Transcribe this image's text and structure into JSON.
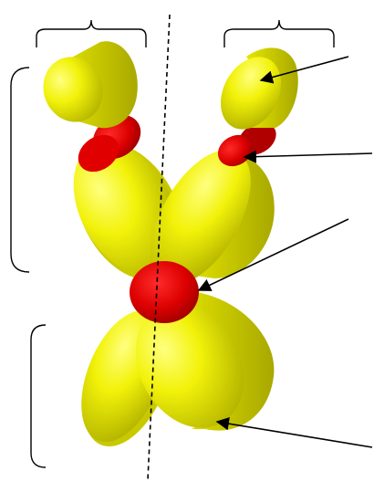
{
  "diagram": {
    "colors": {
      "yellow_face": "#f2f20a",
      "yellow_side": "#c9c900",
      "yellow_shadow": "#a3a300",
      "red": "#e00000",
      "red_dark": "#a80000",
      "line": "#000000",
      "background": "#ffffff"
    },
    "labels": [],
    "parts": [
      "left-cylinder",
      "right-cylinder",
      "left-red-connector",
      "right-red-connector",
      "upper-left-lobe",
      "upper-right-lobe",
      "central-red-sphere",
      "lower-left-lobe",
      "lower-right-lobe",
      "dashed-symmetry-axis",
      "top-left-brace",
      "top-right-brace",
      "upper-left-bracket",
      "lower-left-bracket",
      "pointer-arrow-right-cylinder",
      "pointer-arrow-red-connector",
      "pointer-arrow-central-sphere",
      "pointer-arrow-lower-lobe"
    ]
  }
}
